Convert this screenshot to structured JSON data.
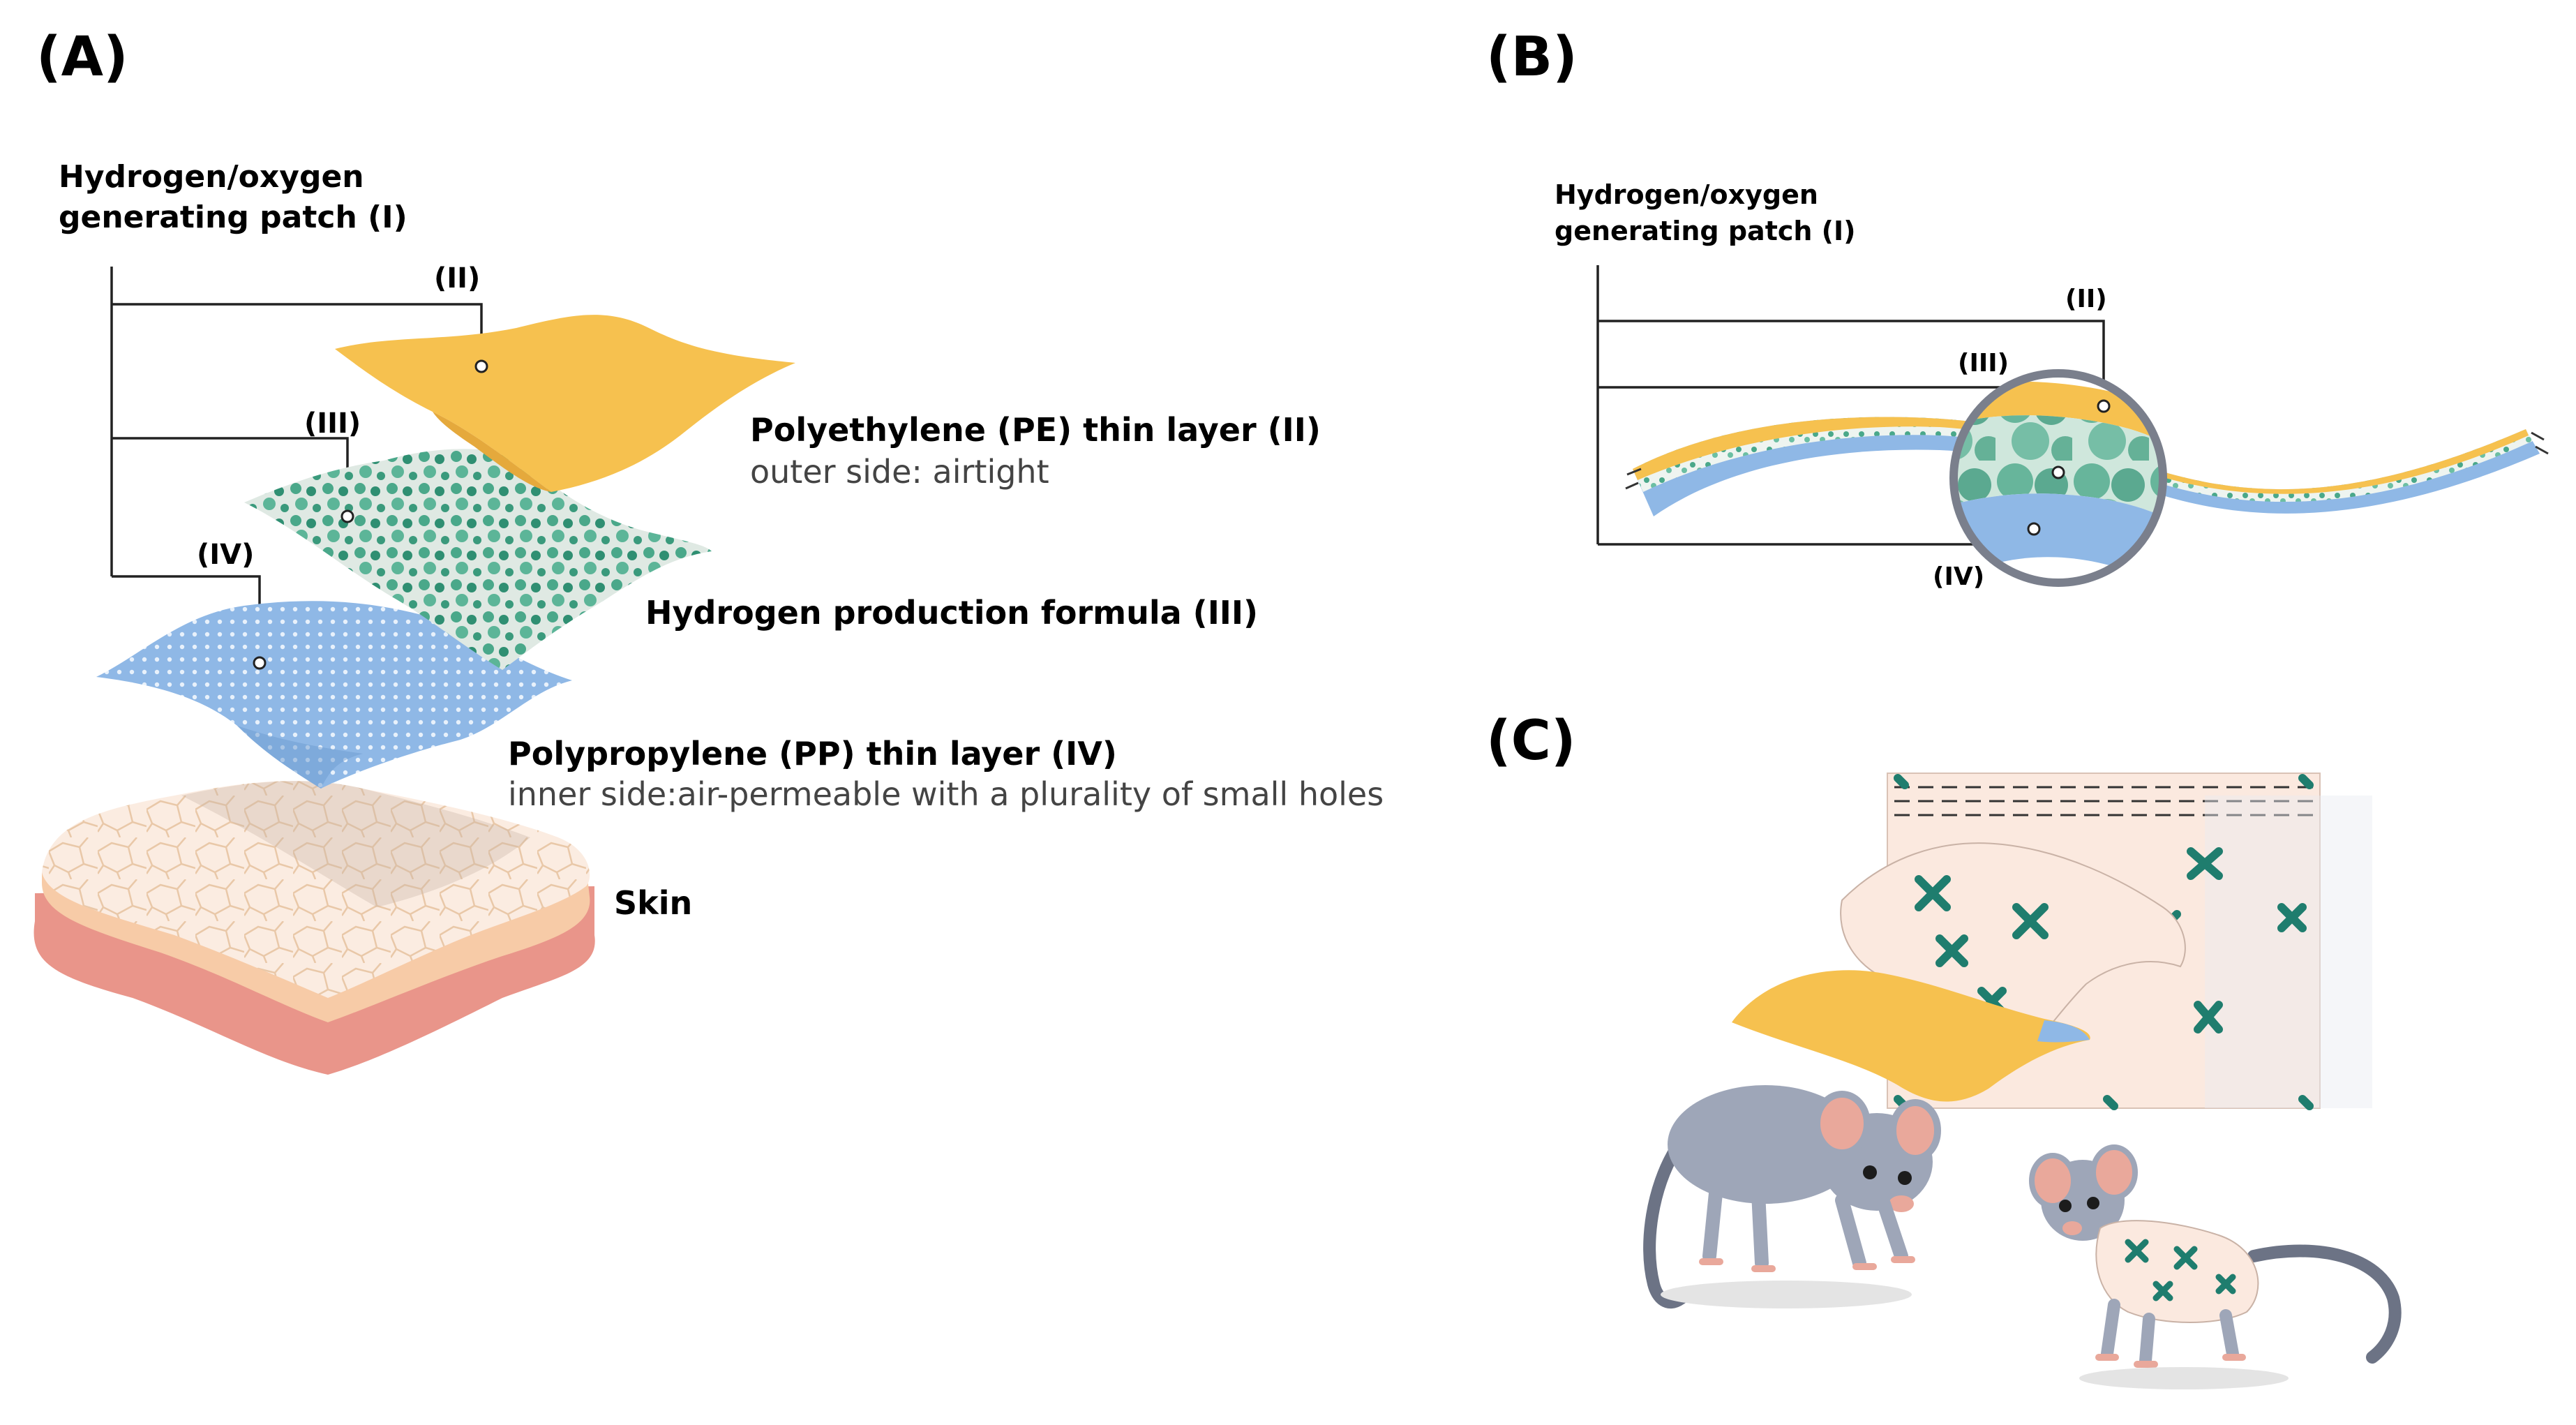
{
  "panels": {
    "a": {
      "label": "(A)",
      "patch_label_1": "Hydrogen/oxygen",
      "patch_label_2": "generating patch (I)",
      "num_ii": "(II)",
      "num_iii": "(III)",
      "num_iv": "(IV)",
      "pe_title": "Polyethylene (PE) thin layer (II)",
      "pe_sub": "outer side: airtight",
      "formula_title": "Hydrogen production formula (III)",
      "pp_title": "Polypropylene (PP) thin layer (IV)",
      "pp_sub": "inner side:air-permeable with a plurality of small holes",
      "skin": "Skin"
    },
    "b": {
      "label": "(B)",
      "patch_label_1": "Hydrogen/oxygen",
      "patch_label_2": "generating patch (I)",
      "num_ii": "(II)",
      "num_iii": "(III)",
      "num_iv": "(IV)"
    },
    "c": {
      "label": "(C)"
    }
  },
  "colors": {
    "pe_layer": "#f6c14f",
    "formula_layer": "#3f9e82",
    "pp_layer": "#8fb8e6",
    "skin_top": "#fbe9dc",
    "skin_base": "#e9958a",
    "mouse_body": "#9ea6b8",
    "patch_fabric": "#fbe9df",
    "cross_mark": "#1f7d6e"
  },
  "icons": [
    "mouse-icon",
    "cross-pattern-icon",
    "magnifier-circle-icon"
  ]
}
